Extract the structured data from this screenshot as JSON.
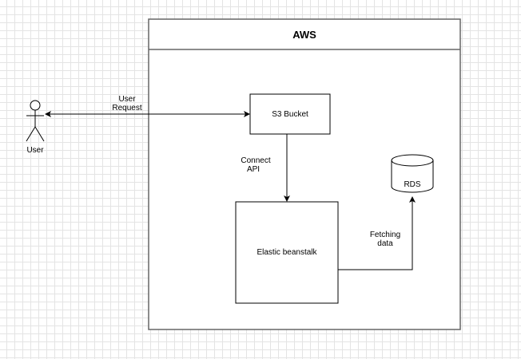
{
  "container": {
    "title": "AWS"
  },
  "actor": {
    "label": "User"
  },
  "nodes": {
    "s3": "S3 Bucket",
    "beanstalk": "Elastic beanstalk",
    "rds": "RDS"
  },
  "edges": {
    "user_request": [
      "User",
      "Request"
    ],
    "connect_api": [
      "Connect",
      "API"
    ],
    "fetching_data": [
      "Fetching",
      "data"
    ]
  },
  "colors": {
    "stroke": "#000000",
    "container_stroke": "#666666",
    "grid": "#e4e4e4"
  }
}
